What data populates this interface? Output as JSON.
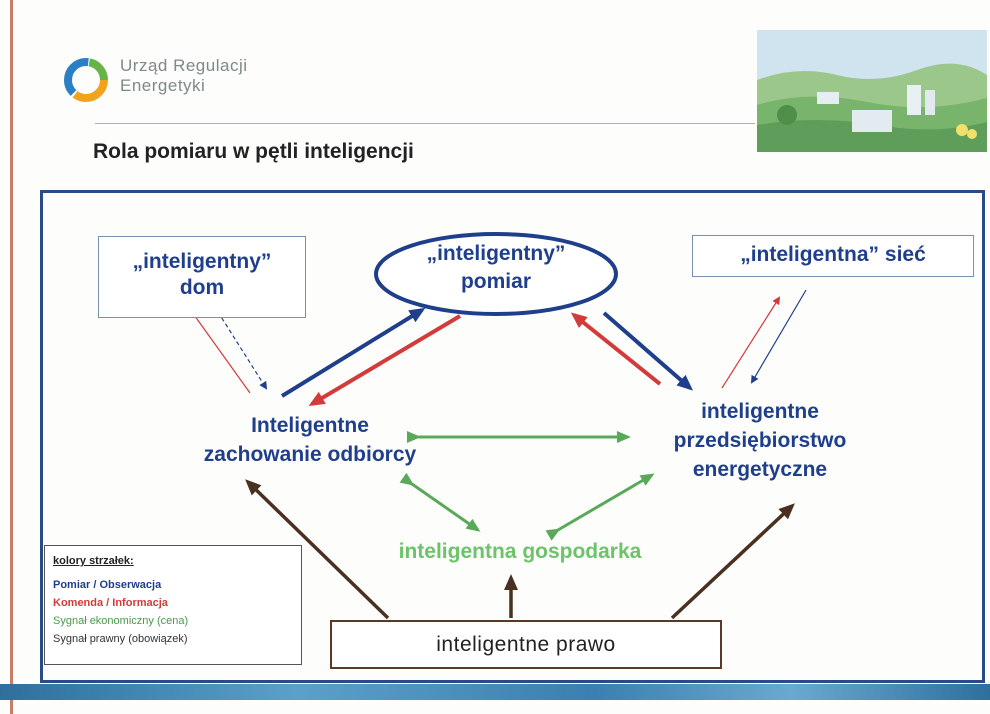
{
  "logo": {
    "line1": "Urząd Regulacji",
    "line2": "Energetyki"
  },
  "slide_title": "Rola pomiaru w pętli inteligencji",
  "nodes": {
    "dom": [
      "„inteligentny”",
      "dom"
    ],
    "pomiar": [
      "„inteligentny”",
      "pomiar"
    ],
    "siec": "„inteligentna” sieć",
    "odbiorca": [
      "Inteligentne",
      "zachowanie odbiorcy"
    ],
    "przedsiebiorstwo": [
      "inteligentne",
      "przedsiębiorstwo",
      "energetyczne"
    ],
    "gospodarka": "inteligentna gospodarka",
    "prawo": "inteligentne prawo"
  },
  "legend": {
    "heading": "kolory strzałek:",
    "items": [
      "Pomiar / Obserwacja",
      "Komenda / Informacja",
      "Sygnał ekonomiczny (cena)",
      "Sygnał prawny (obowiązek)"
    ]
  },
  "colors": {
    "measurement": "#1f3f8c",
    "command": "#d33a3a",
    "economic": "#5aa95a",
    "legal": "#5a3a24",
    "frame": "#2a4c86"
  }
}
